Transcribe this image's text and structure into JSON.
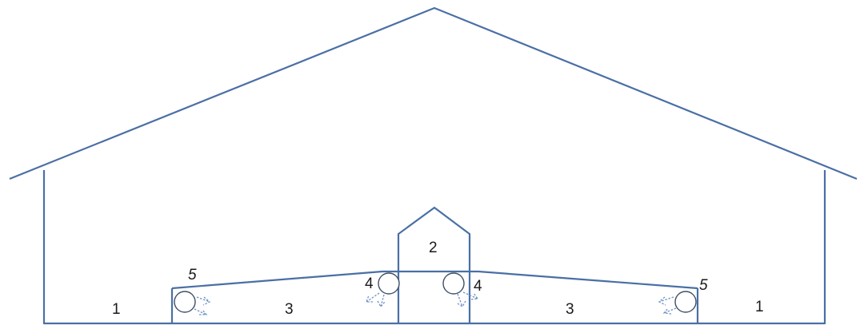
{
  "diagram": {
    "labels": {
      "outer_left": "1",
      "outer_right": "1",
      "center_room": "2",
      "left_zone": "3",
      "right_zone": "3",
      "center_fan_left": "4",
      "center_fan_right": "4",
      "end_fan_left": "5",
      "end_fan_right": "5"
    },
    "colors": {
      "structure": "#4a6fa5",
      "fan": "#3f4f66",
      "airflow": "#6f93c4",
      "text": "#1a1a1a"
    }
  }
}
